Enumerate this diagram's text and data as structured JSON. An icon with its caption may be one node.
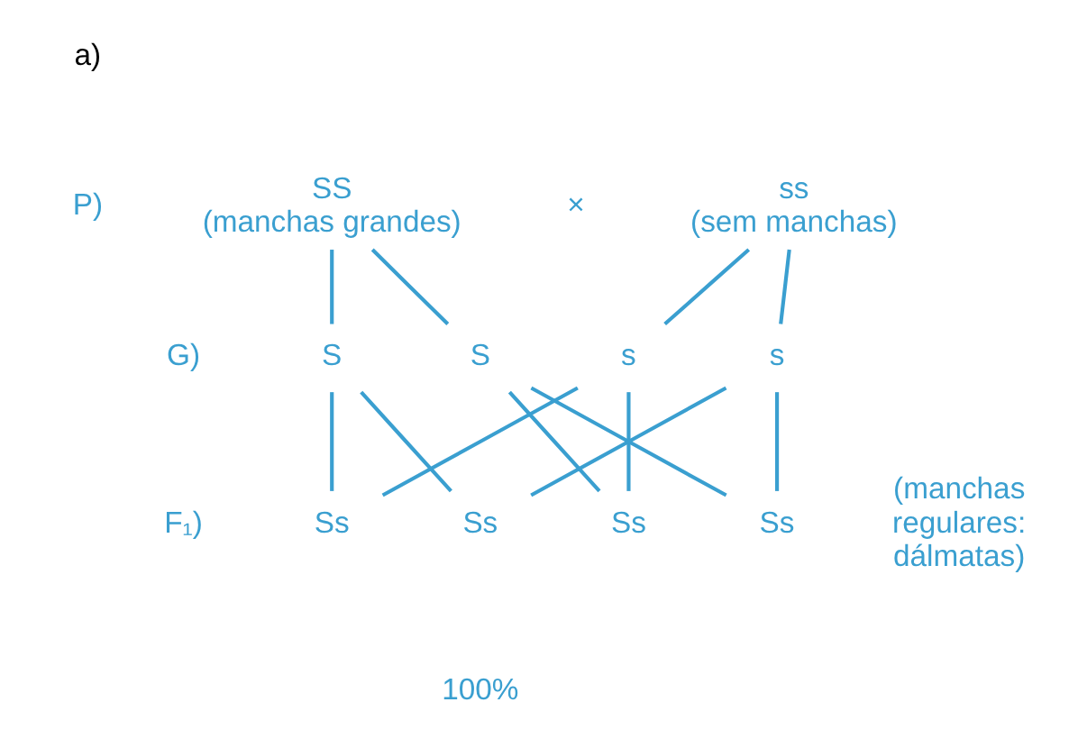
{
  "diagram": {
    "nodes": [
      {
        "text": [
          "SS",
          "(manchas grandes)"
        ]
      },
      {
        "text": [
          "ss",
          "(sem manchas)"
        ]
      },
      {
        "text": [
          "S"
        ]
      },
      {
        "text": [
          "S"
        ]
      },
      {
        "text": [
          "s"
        ]
      },
      {
        "text": [
          "s"
        ]
      },
      {
        "text": [
          "Ss"
        ]
      },
      {
        "text": [
          "Ss"
        ]
      },
      {
        "text": [
          "Ss"
        ]
      },
      {
        "text": [
          "Ss"
        ]
      }
    ],
    "edges": [
      {
        "from": 0,
        "to": 2,
        "arrow": "none"
      },
      {
        "from": 0,
        "to": 3,
        "arrow": "none"
      },
      {
        "from": 1,
        "to": 4,
        "arrow": "none"
      },
      {
        "from": 1,
        "to": 5,
        "arrow": "none"
      },
      {
        "from": 2,
        "to": 6,
        "arrow": "none"
      },
      {
        "from": 2,
        "to": 7,
        "arrow": "none"
      },
      {
        "from": 3,
        "to": 8,
        "arrow": "none"
      },
      {
        "from": 3,
        "to": 9,
        "arrow": "none"
      },
      {
        "from": 4,
        "to": 6,
        "arrow": "none"
      },
      {
        "from": 4,
        "to": 8,
        "arrow": "none"
      },
      {
        "from": 5,
        "to": 7,
        "arrow": "none"
      },
      {
        "from": 5,
        "to": 9,
        "arrow": "none"
      }
    ],
    "labels": [
      "a)",
      "P)",
      "×",
      "G)",
      "F₁)",
      "(manchas regulares: dálmatas)",
      "100%"
    ]
  }
}
